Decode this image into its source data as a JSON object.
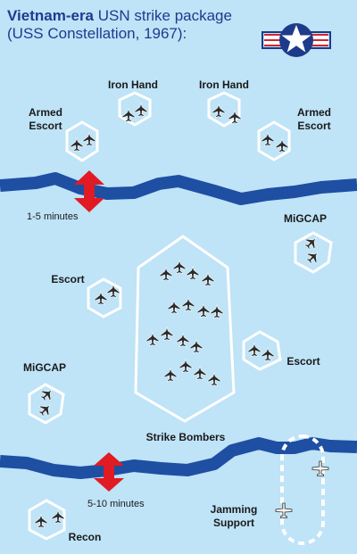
{
  "title": {
    "bold": "Vietnam-era",
    "rest": " USN strike package",
    "line2": "(USS Constellation, 1967):"
  },
  "colors": {
    "sea": "#bfe3f7",
    "coast": "#1e4fa3",
    "arrow": "#e01b24",
    "hex": "#ffffff",
    "title": "#1f3a8f",
    "roundel_blue": "#1e3a8a",
    "roundel_red": "#d22630"
  },
  "icons": {
    "insignia": "usn-roundel-icon",
    "aircraft": "jet-aircraft-icon",
    "jammer": "propeller-aircraft-icon"
  },
  "labels": {
    "iron_hand_left": "Iron Hand",
    "iron_hand_right": "Iron Hand",
    "armed_escort_left": [
      "Armed",
      "Escort"
    ],
    "armed_escort_right": [
      "Armed",
      "Escort"
    ],
    "time_upper": "1-5 minutes",
    "migcap_right": "MiGCAP",
    "escort_left": "Escort",
    "escort_right": "Escort",
    "migcap_left": "MiGCAP",
    "strike_bombers": "Strike Bombers",
    "time_lower": "5-10 minutes",
    "jamming_support": [
      "Jamming",
      "Support"
    ],
    "recon": "Recon"
  }
}
